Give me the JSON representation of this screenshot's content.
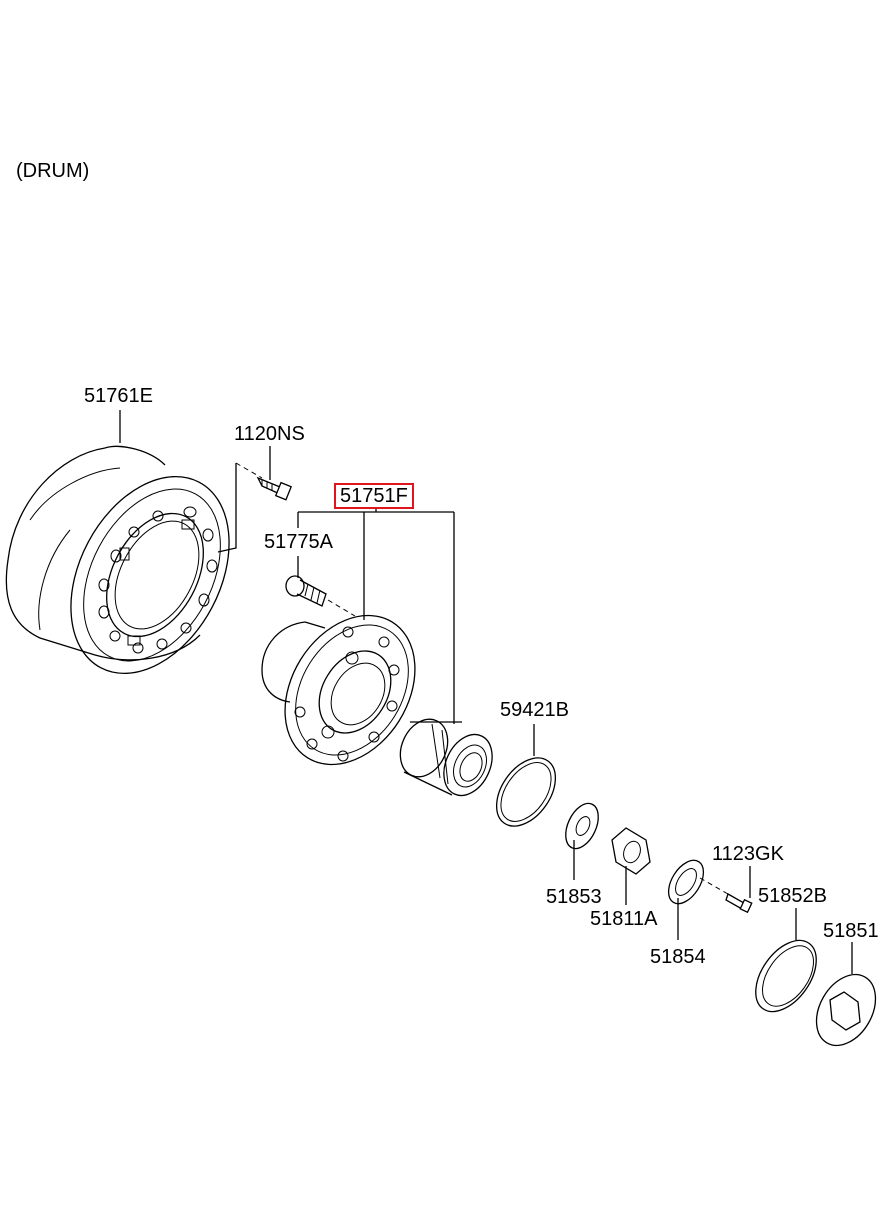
{
  "header": {
    "variant": "(DRUM)"
  },
  "callouts": {
    "drum": "51761E",
    "drum_screw": "1120NS",
    "hub_assy": "51751F",
    "hub_bolt": "51775A",
    "snap_ring": "59421B",
    "washer": "51853",
    "lock_nut": "51811A",
    "lock_washer": "51854",
    "screw": "1123GK",
    "seal_ring": "51852B",
    "hub_cap": "51851"
  },
  "highlight_color": "#e0141c"
}
